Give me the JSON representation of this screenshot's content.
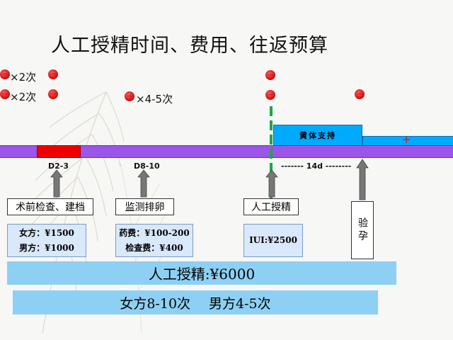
{
  "title": "人工授精时间、费用、往返预算",
  "visits": {
    "row1_label": "×2次",
    "row2_label": "×2次",
    "monitor_label": "×4-5次"
  },
  "timeline": {
    "day_23": "D2-3",
    "day_810": "D8-10",
    "interval": "------- 14d --------",
    "luteal_support": "黄体支持",
    "plus_mark": "+"
  },
  "steps": {
    "preop": "术前检查、建档",
    "monitor": "监测排卵",
    "iui": "人工授精",
    "pregnancy_test": "验孕"
  },
  "costs": {
    "female": "女方：¥1500",
    "male": "男方：¥1000",
    "drugs": "药费：¥100-200",
    "exam": "检查费：¥400",
    "iui": "IUI:¥2500"
  },
  "summary": {
    "total": "人工授精:¥6000",
    "female_trips": "女方8-10次",
    "male_trips": "男方4-5次"
  },
  "colors": {
    "timeline": "#9b55e8",
    "red_segment": "#ee0000",
    "luteal": "#00aaff",
    "iui_line": "#1aa84a",
    "band": "#8dd0f4"
  }
}
